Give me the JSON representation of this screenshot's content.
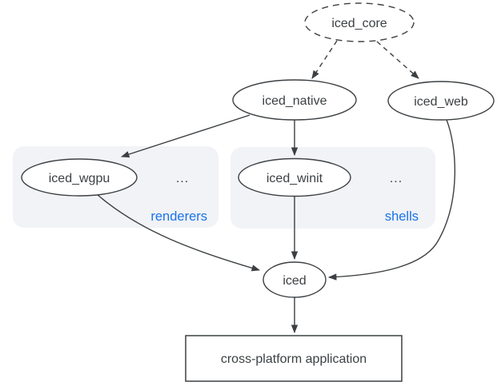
{
  "colors": {
    "background": "#ffffff",
    "node_stroke": "#3c4043",
    "text": "#3c4043",
    "accent_blue": "#1a73e8",
    "group_fill": "#f1f3f6"
  },
  "diagram": {
    "nodes": {
      "iced_core": {
        "label": "iced_core",
        "shape": "ellipse-dashed"
      },
      "iced_native": {
        "label": "iced_native",
        "shape": "ellipse"
      },
      "iced_web": {
        "label": "iced_web",
        "shape": "ellipse"
      },
      "iced_wgpu": {
        "label": "iced_wgpu",
        "shape": "ellipse"
      },
      "iced_winit": {
        "label": "iced_winit",
        "shape": "ellipse"
      },
      "iced": {
        "label": "iced",
        "shape": "ellipse"
      },
      "application": {
        "label": "cross-platform application",
        "shape": "rect"
      }
    },
    "groups": {
      "renderers": {
        "label": "renderers",
        "ellipsis": "...",
        "members": [
          "iced_wgpu"
        ]
      },
      "shells": {
        "label": "shells",
        "ellipsis": "...",
        "members": [
          "iced_winit"
        ]
      }
    },
    "edges": [
      {
        "from": "iced_core",
        "to": "iced_native",
        "style": "dashed"
      },
      {
        "from": "iced_core",
        "to": "iced_web",
        "style": "dashed"
      },
      {
        "from": "iced_native",
        "to": "iced_wgpu",
        "style": "solid"
      },
      {
        "from": "iced_native",
        "to": "iced_winit",
        "style": "solid"
      },
      {
        "from": "iced_wgpu",
        "to": "iced",
        "style": "solid"
      },
      {
        "from": "iced_winit",
        "to": "iced",
        "style": "solid"
      },
      {
        "from": "iced_web",
        "to": "iced",
        "style": "solid"
      },
      {
        "from": "iced",
        "to": "application",
        "style": "solid"
      }
    ]
  }
}
